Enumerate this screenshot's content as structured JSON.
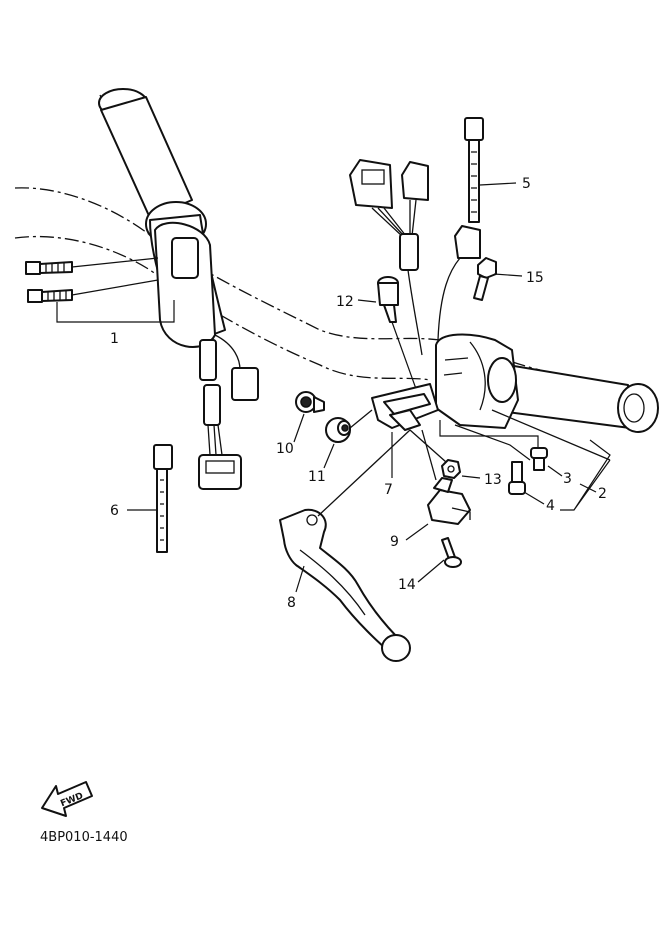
{
  "callouts": {
    "c1": "1",
    "c2": "2",
    "c3": "3",
    "c4": "4",
    "c5": "5",
    "c6": "6",
    "c7": "7",
    "c8": "8",
    "c9": "9",
    "c10": "10",
    "c11": "11",
    "c12": "12",
    "c13": "13",
    "c14": "14",
    "c15": "15"
  },
  "fwd_label": "FWD",
  "diagram_code": "4BP010-1440"
}
